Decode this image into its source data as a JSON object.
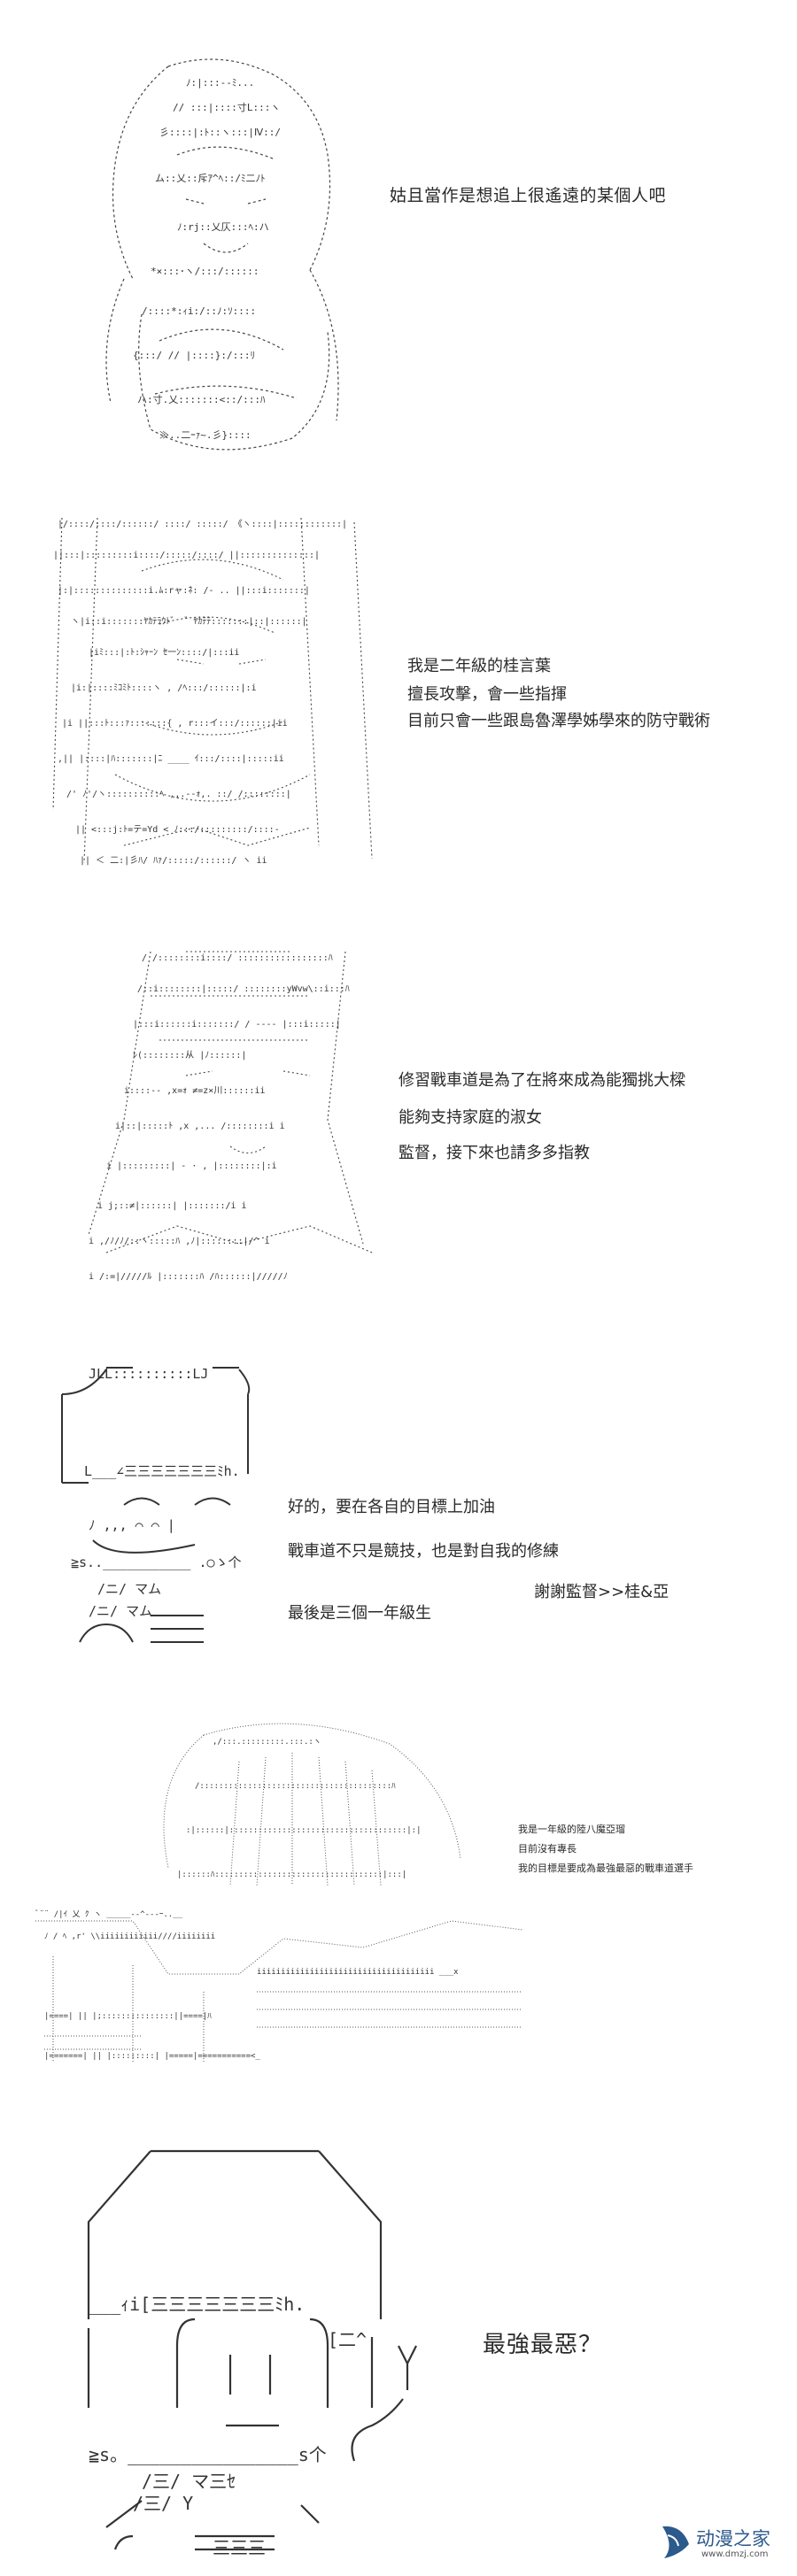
{
  "panels": [
    {
      "lines": [
        "姑且當作是想追上很遙遠的某個人吧"
      ]
    },
    {
      "lines": [
        "我是二年級的桂言葉",
        "擅長攻擊，會一些指揮",
        "目前只會一些跟島魯澤學姊學來的防守戰術"
      ]
    },
    {
      "lines": [
        "修習戰車道是為了在將來成為能獨挑大樑",
        "能夠支持家庭的淑女",
        "監督，接下來也請多多指教"
      ]
    },
    {
      "lines": [
        "好的，要在各自的目標上加油",
        "戰車道不只是競技，也是對自我的修練",
        "謝謝監督>>桂&亞",
        "最後是三個一年級生"
      ]
    },
    {
      "lines": [
        "我是一年級的陸八魔亞瑠",
        "目前沒有專長",
        "我的目標是要成為最強最惡的戰車道選手"
      ]
    },
    {
      "lines": [
        "最強最惡？"
      ]
    }
  ],
  "watermark": {
    "name": "动漫之家",
    "url": "www.dmzj.com",
    "color": "#2d5a8c"
  }
}
